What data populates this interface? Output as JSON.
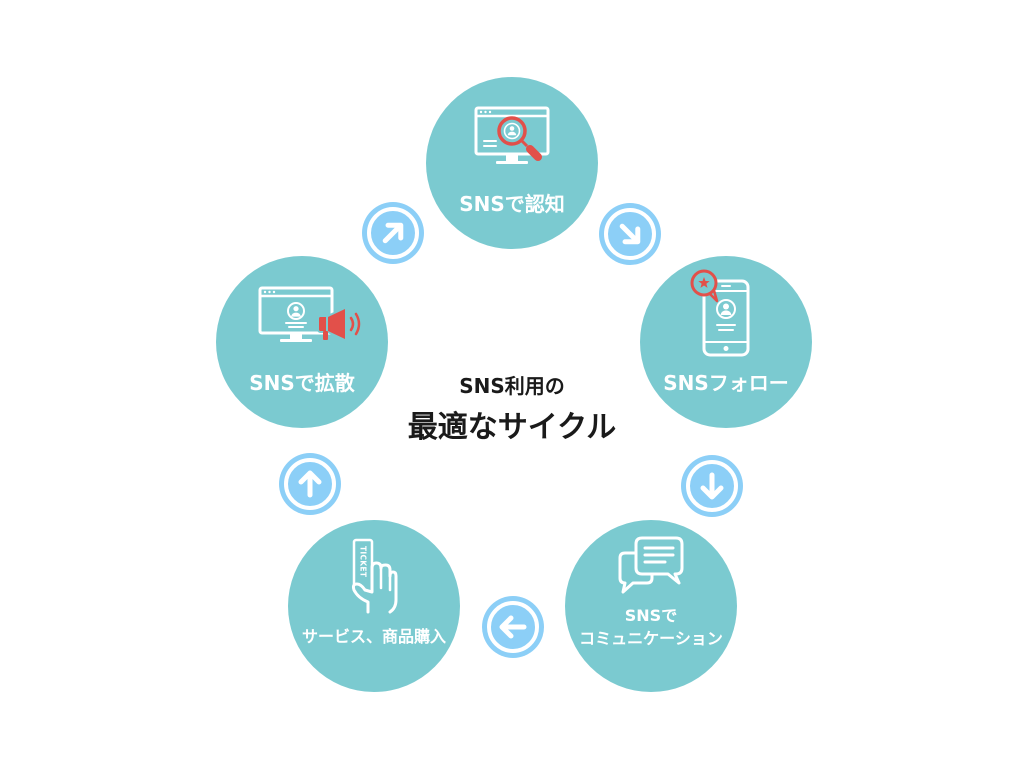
{
  "colors": {
    "background": "#ffffff",
    "node_fill": "#7bcad0",
    "node_text": "#ffffff",
    "arrow_fill": "#8ccff7",
    "accent": "#e2504a",
    "title_text": "#1a1a1a"
  },
  "center_title": {
    "line1": "SNS利用の",
    "line2": "最適なサイクル"
  },
  "steps": [
    {
      "label": "SNSで認知",
      "icon": "monitor-search-icon"
    },
    {
      "label": "SNSフォロー",
      "icon": "smartphone-follow-icon"
    },
    {
      "label_lines": [
        "SNSで",
        "コミュニケーション"
      ],
      "icon": "chat-bubbles-icon"
    },
    {
      "label": "サービス、商品購入",
      "icon": "ticket-hand-icon",
      "ticket_text": "TICKET"
    },
    {
      "label": "SNSで拡散",
      "icon": "monitor-megaphone-icon"
    }
  ],
  "arrows": [
    {
      "icon": "arrow-down-right-icon"
    },
    {
      "icon": "arrow-down-icon"
    },
    {
      "icon": "arrow-left-icon"
    },
    {
      "icon": "arrow-up-icon"
    },
    {
      "icon": "arrow-up-right-icon"
    }
  ]
}
